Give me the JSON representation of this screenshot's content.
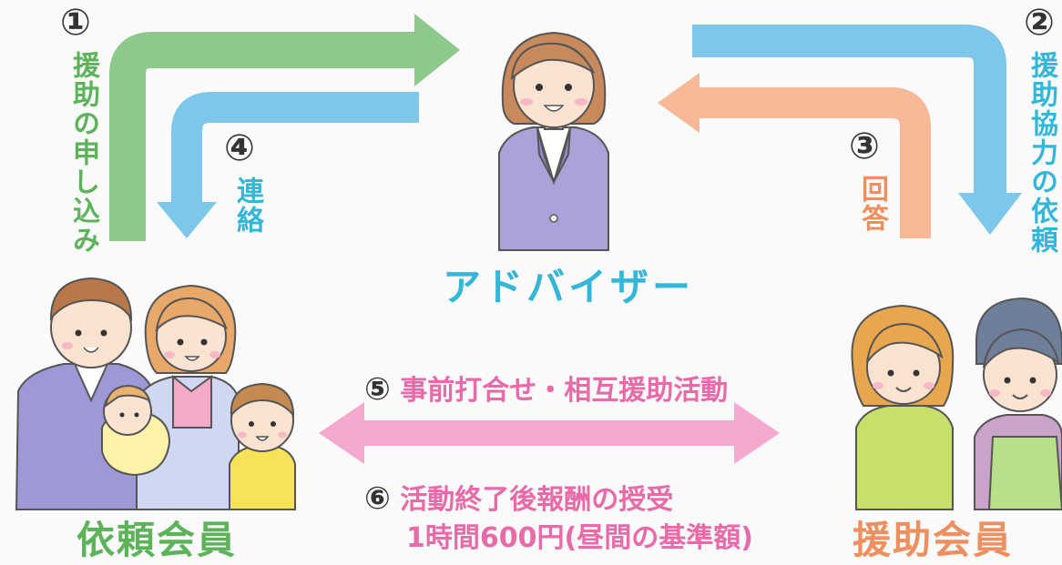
{
  "steps": {
    "s1": {
      "num": "①",
      "text": "援助の申し込み"
    },
    "s2": {
      "num": "②",
      "text": "援助協力の依頼"
    },
    "s3": {
      "num": "③",
      "text": "回答"
    },
    "s4": {
      "num": "④",
      "text": "連絡"
    },
    "s5": {
      "num": "⑤",
      "text": "事前打合せ・相互援助活動"
    },
    "s6": {
      "num": "⑥",
      "text": "活動終了後報酬の授受"
    }
  },
  "fee": "1時間600円(昼間の基準額)",
  "roles": {
    "adviser": "アドバイザー",
    "requester": "依頼会員",
    "helper": "援助会員"
  },
  "colors": {
    "green": "#8cc98a",
    "blue": "#7cc7ea",
    "orange": "#f6b896",
    "pink": "#f5a9cf",
    "teal": "#33b6d8",
    "green_text": "#5db35a",
    "pink_text": "#e86aa8",
    "orange_text": "#ee8f60"
  }
}
